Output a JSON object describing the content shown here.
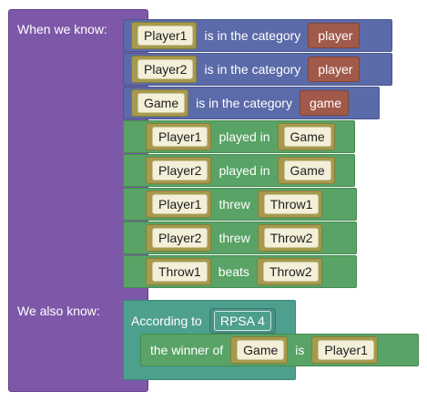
{
  "rule": {
    "when_label": "When we know:",
    "also_label": "We also know:"
  },
  "conditions": [
    {
      "subject": "Player1",
      "relation": "is in the category",
      "object": "player",
      "kind": "category"
    },
    {
      "subject": "Player2",
      "relation": "is in the category",
      "object": "player",
      "kind": "category"
    },
    {
      "subject": "Game",
      "relation": "is in the category",
      "object": "game",
      "kind": "category"
    },
    {
      "subject": "Player1",
      "relation": "played in",
      "object": "Game",
      "kind": "relation"
    },
    {
      "subject": "Player2",
      "relation": "played in",
      "object": "Game",
      "kind": "relation"
    },
    {
      "subject": "Player1",
      "relation": "threw",
      "object": "Throw1",
      "kind": "relation"
    },
    {
      "subject": "Player2",
      "relation": "threw",
      "object": "Throw2",
      "kind": "relation"
    },
    {
      "subject": "Throw1",
      "relation": "beats",
      "object": "Throw2",
      "kind": "relation"
    }
  ],
  "conclusion": {
    "according_to_label": "According to",
    "source": "RPSA 4",
    "prefix": "the winner of",
    "subject": "Game",
    "verb": "is",
    "object": "Player1"
  },
  "colors": {
    "rule_purple": "#7e58a8",
    "category_blue": "#5b6aa8",
    "relation_green": "#58a365",
    "source_teal": "#4ea08e",
    "variable_olive": "#a59a4e",
    "category_brown": "#a1594a"
  }
}
